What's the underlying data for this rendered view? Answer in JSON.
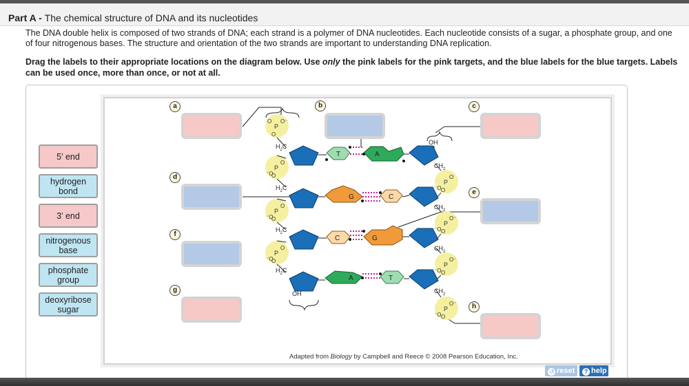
{
  "header": {
    "part_label": "Part A - ",
    "title": "The chemical structure of DNA and its nucleotides"
  },
  "intro": "The DNA double helix is composed of two strands of DNA; each strand is a polymer of DNA nucleotides. Each nucleotide consists of a sugar, a phosphate group, and one of four nitrogenous bases. The structure and orientation of the two strands are important to understanding DNA replication.",
  "instructions": {
    "part1": "Drag the labels to their appropriate locations on the diagram below. Use ",
    "emph": "only",
    "part2": " the pink labels for the pink targets, and the blue labels for the blue targets. Labels can be used once, more than once, or not at all."
  },
  "source_labels": [
    {
      "text": "5' end",
      "color": "pink"
    },
    {
      "text": "hydrogen bond",
      "color": "blue"
    },
    {
      "text": "3' end",
      "color": "pink"
    },
    {
      "text": "nitrogenous base",
      "color": "blue"
    },
    {
      "text": "phosphate group",
      "color": "blue"
    },
    {
      "text": "deoxyribose sugar",
      "color": "blue"
    }
  ],
  "targets": {
    "a": {
      "letter": "a",
      "color": "pink"
    },
    "b": {
      "letter": "b",
      "color": "blue"
    },
    "c": {
      "letter": "c",
      "color": "pink"
    },
    "d": {
      "letter": "d",
      "color": "blue"
    },
    "e": {
      "letter": "e",
      "color": "blue"
    },
    "f": {
      "letter": "f",
      "color": "blue"
    },
    "g": {
      "letter": "g",
      "color": "pink"
    },
    "h": {
      "letter": "h",
      "color": "pink"
    }
  },
  "diagram": {
    "bases_row1": [
      "T",
      "A"
    ],
    "bases_row2": [
      "G",
      "C"
    ],
    "bases_row3": [
      "C",
      "G"
    ],
    "bases_row4": [
      "A",
      "T"
    ],
    "oh_label": "OH",
    "ch2_label": "CH",
    "h2c_label": "H",
    "phosphate_p": "P"
  },
  "credit": {
    "prefix": "Adapted from ",
    "book": "Biology",
    "suffix": " by Campbell and Reece © 2008 Pearson Education, Inc."
  },
  "buttons": {
    "reset": "reset",
    "help": "help"
  },
  "colors": {
    "pink_target": "#f7c9c6",
    "blue_target": "#b3c9e5",
    "pink_label": "#f7c8c8",
    "blue_label": "#bfe5f2",
    "sugar_blue": "#1a6fb8",
    "base_green": "#2eaa5a",
    "base_light_green": "#9fdcb2",
    "base_orange": "#f09a3a",
    "base_light_orange": "#fcd9a8",
    "phosphate_yellow": "#f5f0a0",
    "hbond_magenta": "#cc1f9a",
    "help_blue": "#2d6fb5"
  }
}
